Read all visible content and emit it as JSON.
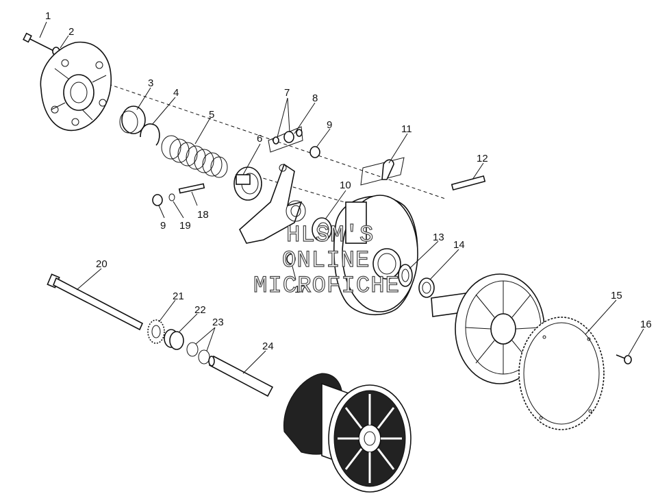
{
  "watermark": {
    "line1": "HLSM'S",
    "line2": "ONLINE",
    "line3": "MICROFICHE"
  },
  "callouts": [
    "1",
    "2",
    "3",
    "4",
    "5",
    "6",
    "7",
    "8",
    "9",
    "9",
    "10",
    "11",
    "12",
    "13",
    "14",
    "15",
    "16",
    "17",
    "18",
    "19",
    "20",
    "21",
    "22",
    "23",
    "24"
  ],
  "colors": {
    "ink": "#111111",
    "background": "#ffffff"
  }
}
